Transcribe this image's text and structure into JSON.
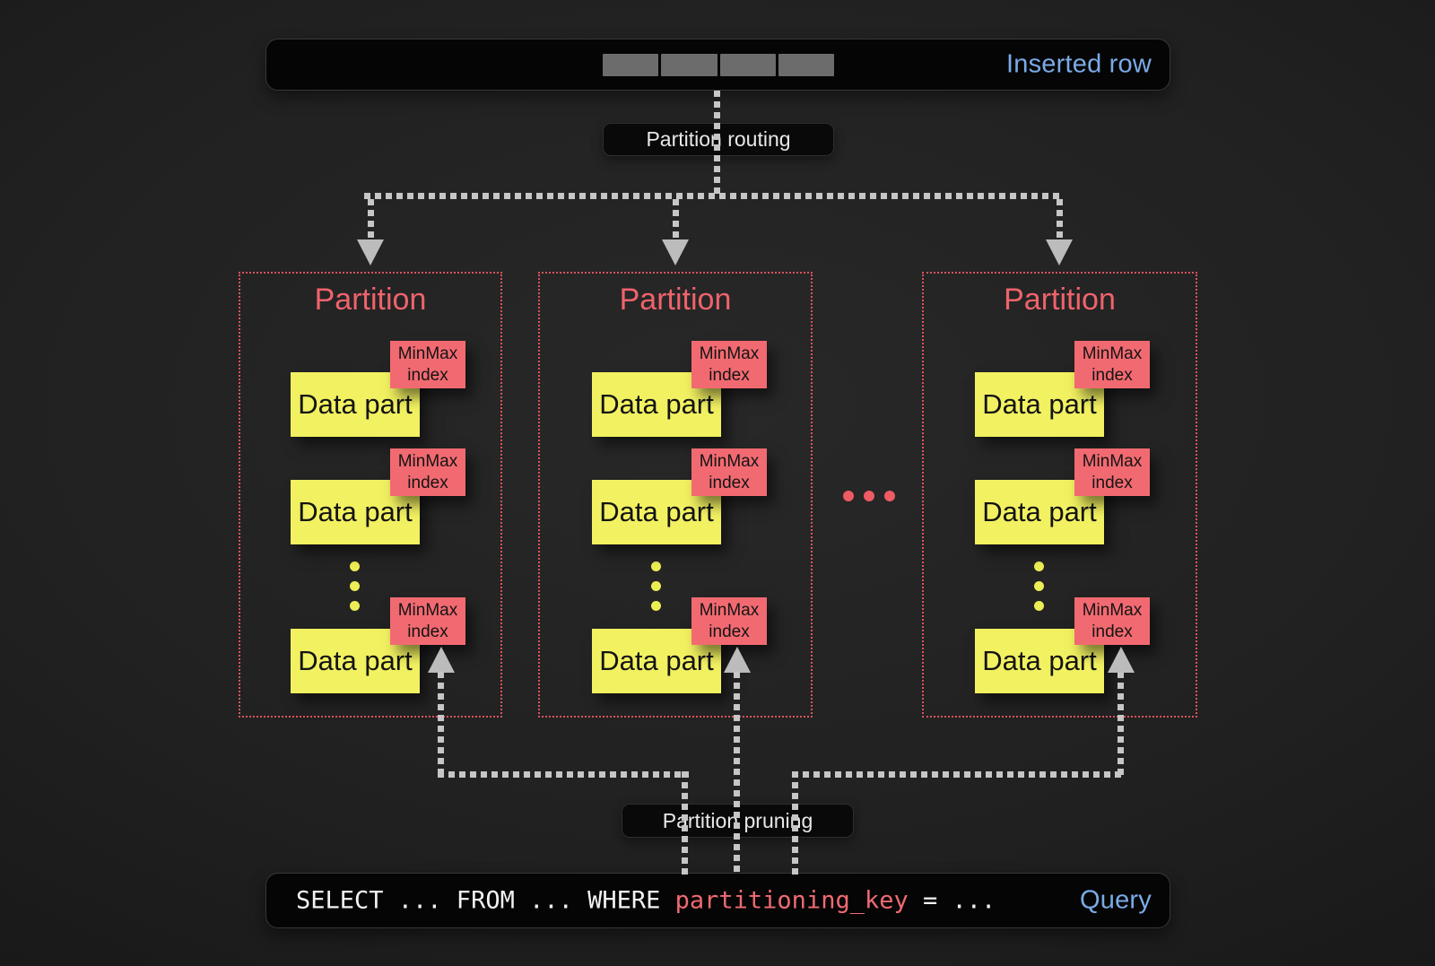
{
  "colors": {
    "accent_blue": "#7aabe8",
    "data_part_yellow": "#f2f161",
    "minmax_red": "#f26a71",
    "partition_red": "#ef636c",
    "dash_gray": "#c6c6c6",
    "row_segment_gray": "#6c6c6c"
  },
  "inserted_row": {
    "label": "Inserted row",
    "segment_count": 4
  },
  "labels": {
    "routing": "Partition routing",
    "pruning": "Partition pruning"
  },
  "partitions": [
    {
      "title": "Partition",
      "data_parts": [
        {
          "label": "Data part",
          "index": {
            "line1": "MinMax",
            "line2": "index"
          }
        },
        {
          "label": "Data part",
          "index": {
            "line1": "MinMax",
            "line2": "index"
          }
        },
        {
          "label": "Data part",
          "index": {
            "line1": "MinMax",
            "line2": "index"
          }
        }
      ]
    },
    {
      "title": "Partition",
      "data_parts": [
        {
          "label": "Data part",
          "index": {
            "line1": "MinMax",
            "line2": "index"
          }
        },
        {
          "label": "Data part",
          "index": {
            "line1": "MinMax",
            "line2": "index"
          }
        },
        {
          "label": "Data part",
          "index": {
            "line1": "MinMax",
            "line2": "index"
          }
        }
      ]
    },
    {
      "title": "Partition",
      "data_parts": [
        {
          "label": "Data part",
          "index": {
            "line1": "MinMax",
            "line2": "index"
          }
        },
        {
          "label": "Data part",
          "index": {
            "line1": "MinMax",
            "line2": "index"
          }
        },
        {
          "label": "Data part",
          "index": {
            "line1": "MinMax",
            "line2": "index"
          }
        }
      ]
    }
  ],
  "query": {
    "sql_prefix": "SELECT ... FROM ... WHERE ",
    "sql_keyword": "partitioning_key",
    "sql_suffix": " = ...",
    "label": "Query"
  }
}
